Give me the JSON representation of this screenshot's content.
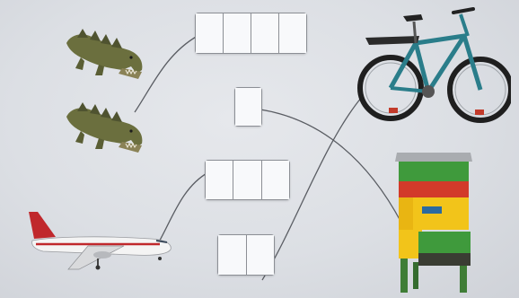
{
  "scene": {
    "background": "#dcdfe4",
    "pictures": [
      {
        "name": "crocodile-top",
        "icon": "crocodile-icon"
      },
      {
        "name": "crocodile-bottom",
        "icon": "crocodile-icon"
      },
      {
        "name": "airplane",
        "icon": "airplane-icon"
      },
      {
        "name": "bicycle",
        "icon": "bicycle-icon"
      },
      {
        "name": "beehive",
        "icon": "beehive-icon"
      }
    ],
    "answer_boxes": [
      {
        "name": "answer-box-4-cells",
        "cells": 4
      },
      {
        "name": "answer-box-1-cell",
        "cells": 1
      },
      {
        "name": "answer-box-3-cells",
        "cells": 3
      },
      {
        "name": "answer-box-2-cells",
        "cells": 2
      }
    ],
    "colors": {
      "crocodile": "#6b6f3e",
      "airplane_stripe": "#c0282c",
      "bicycle_frame": "#2a7d8a",
      "hive_green": "#3f9a3c",
      "hive_yellow": "#f2c41a",
      "hive_red": "#d23a2a"
    }
  }
}
